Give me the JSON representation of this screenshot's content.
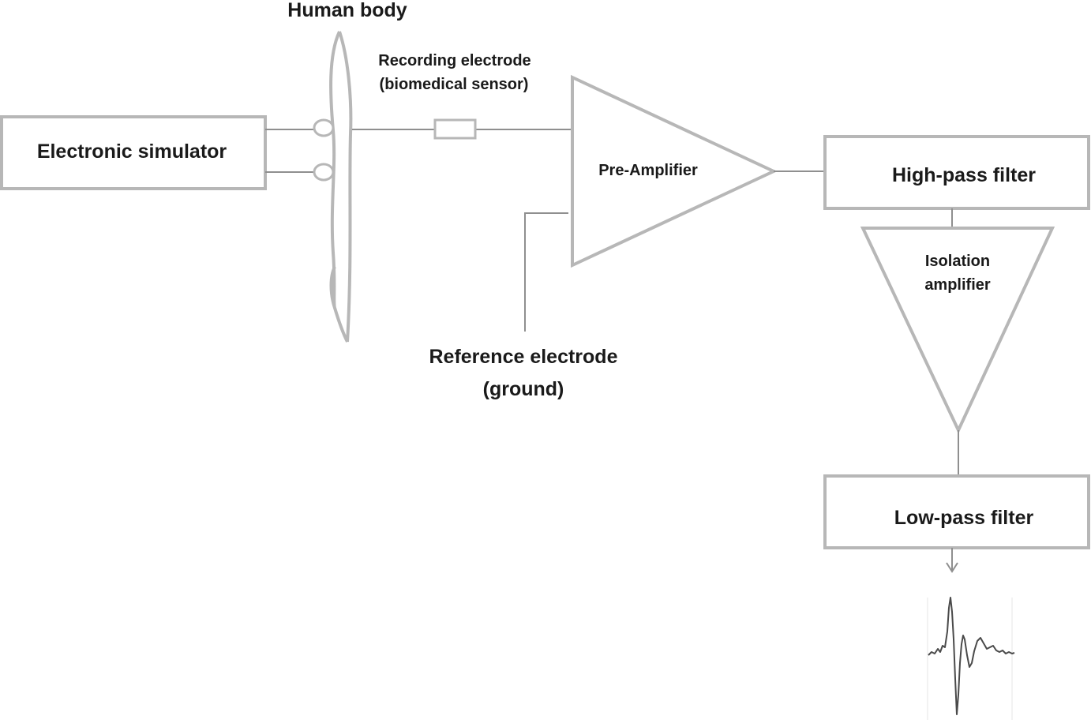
{
  "labels": {
    "human_body": "Human body",
    "recording_electrode_line1": "Recording electrode",
    "recording_electrode_line2": "(biomedical sensor)",
    "electronic_simulator": "Electronic simulator",
    "pre_amplifier": "Pre-Amplifier",
    "reference_electrode_line1": "Reference electrode",
    "reference_electrode_line2": "(ground)",
    "high_pass_filter": "High-pass filter",
    "isolation_amplifier_line1": "Isolation",
    "isolation_amplifier_line2": "amplifier",
    "low_pass_filter": "Low-pass filter"
  },
  "colors": {
    "outline": "#b7b7b7",
    "wire": "#8f8f8f",
    "text": "#1a1a1a",
    "signal": "#4a4a4a"
  }
}
